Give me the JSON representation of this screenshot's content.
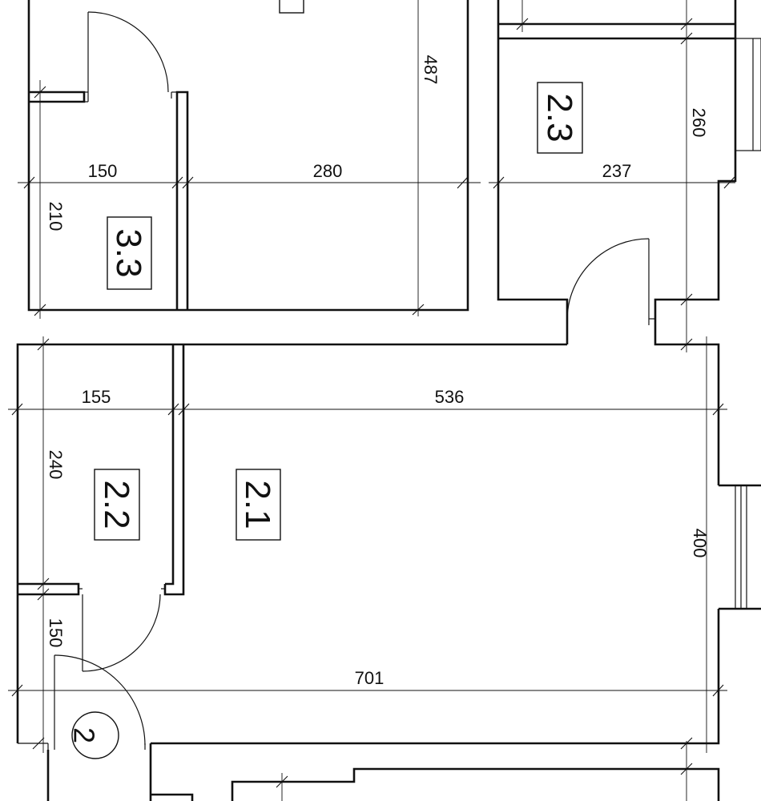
{
  "rooms": {
    "room_2_1": "2.1",
    "room_2_2": "2.2",
    "room_2_3": "2.3",
    "room_3_3": "3.3",
    "room_top": "2"
  },
  "apartment_marker": "2",
  "dimensions": {
    "d150_top": "150",
    "d280": "280",
    "d237": "237",
    "d487": "487",
    "d260": "260",
    "d210": "210",
    "d155": "155",
    "d536": "536",
    "d240": "240",
    "d400": "400",
    "d150_left": "150",
    "d701": "701"
  }
}
